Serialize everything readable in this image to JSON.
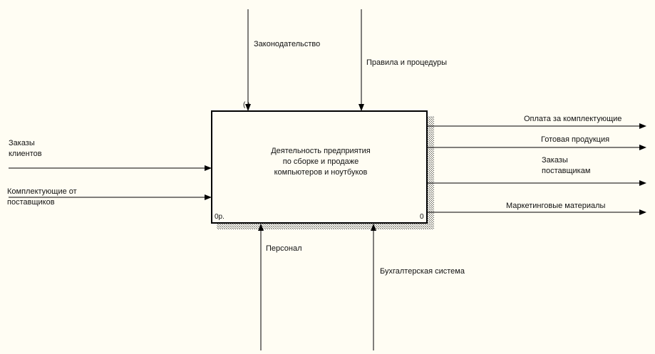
{
  "activity": {
    "title": "Деятельность предприятия\nпо сборке и продаже\n компьютеров и ноутбуков",
    "node": "0р.",
    "number": "0"
  },
  "controls": [
    "Законодательство",
    "Правила и процедуры"
  ],
  "inputs": [
    "Заказы\nклиентов",
    "Комплектующие от\nпоставщиков"
  ],
  "outputs": [
    "Оплата за комплектующие",
    "Готовая продукция",
    "Заказы\nпоставщикам",
    "Маркетинговые материалы"
  ],
  "mechanisms": [
    "Персонал",
    "Бухгалтерская система"
  ],
  "tunnel_mark": "( )",
  "colors": {
    "background": "#fffdf3",
    "line": "#000000",
    "shadow": "#777777"
  }
}
